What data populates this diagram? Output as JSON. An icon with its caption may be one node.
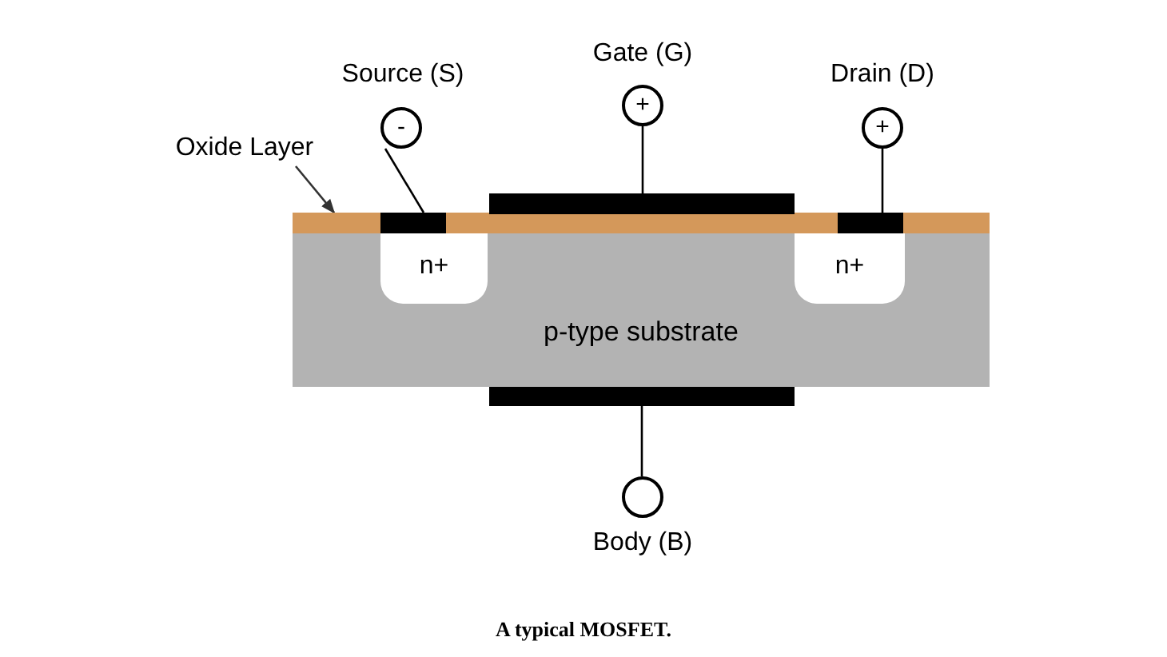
{
  "diagram": {
    "caption": "A typical MOSFET.",
    "nodes": [
      {
        "text": [
          "p-type substrate"
        ]
      },
      {
        "text": [],
        "shape": "bar"
      },
      {
        "text": [
          "n+"
        ],
        "in": 0
      },
      {
        "text": [
          "n+"
        ],
        "in": 0
      },
      {
        "text": [],
        "shape": "bar"
      },
      {
        "text": [],
        "shape": "bar",
        "in": 1
      },
      {
        "text": [],
        "shape": "bar",
        "in": 1
      },
      {
        "text": [],
        "shape": "bar"
      },
      {
        "text": [
          "-"
        ],
        "beside": [
          "Source (S)"
        ]
      },
      {
        "text": [
          "+"
        ],
        "beside": [
          "Gate (G)"
        ]
      },
      {
        "text": [
          "+"
        ],
        "beside": [
          "Drain (D)"
        ]
      },
      {
        "text": [],
        "shape": "circle",
        "beside": [
          "Body (B)"
        ]
      },
      {
        "text": [
          "Oxide Layer"
        ]
      }
    ],
    "edges": [
      {
        "from": 8,
        "to": 5,
        "arrow": "none"
      },
      {
        "from": 9,
        "to": 4,
        "arrow": "none"
      },
      {
        "from": 10,
        "to": 6,
        "arrow": "none"
      },
      {
        "from": 7,
        "to": 11,
        "arrow": "none"
      },
      {
        "from": 12,
        "to": 1,
        "arrow": "to"
      }
    ]
  }
}
